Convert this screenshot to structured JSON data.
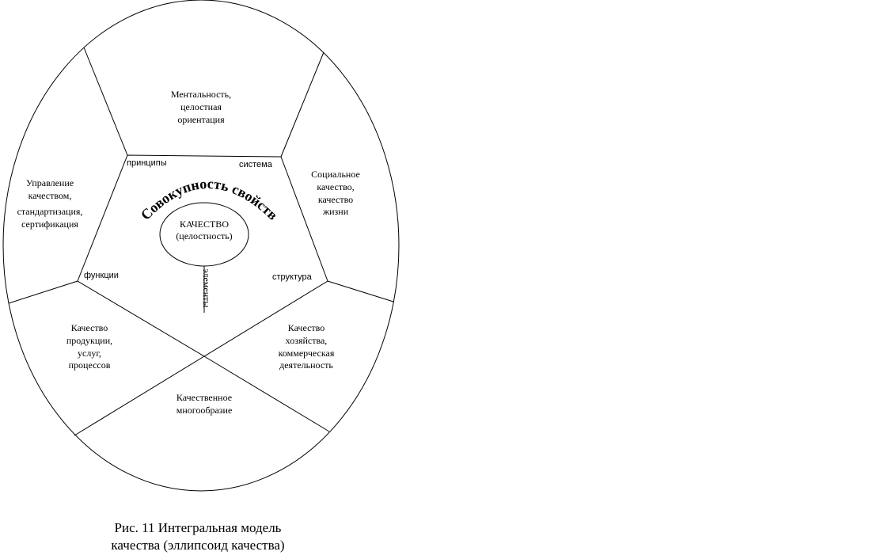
{
  "center": {
    "line1": "КАЧЕСТВО",
    "line2": "(целостность)"
  },
  "arc_title": "Совокупность свойств",
  "inner_labels": {
    "principles": "принципы",
    "system": "система",
    "functions": "функции",
    "structure": "структура",
    "elements": "элементы"
  },
  "sectors": {
    "top": [
      "Ментальность,",
      "целостная",
      "ориентация"
    ],
    "left": [
      "Управление",
      "качеством,",
      "стандартизация,",
      "сертификация"
    ],
    "right": [
      "Социальное",
      "качество,",
      "качество",
      "жизни"
    ],
    "bottom_left": [
      "Качество",
      "продукции,",
      "услуг,",
      "процессов"
    ],
    "bottom_right": [
      "Качество",
      "хозяйства,",
      "коммерческая",
      "деятельность"
    ],
    "bottom": [
      "Качественное",
      "многообразие"
    ]
  },
  "caption": {
    "line1": "Рис. 11 Интегральная модель",
    "line2": "качества (эллипсоид качества)"
  }
}
